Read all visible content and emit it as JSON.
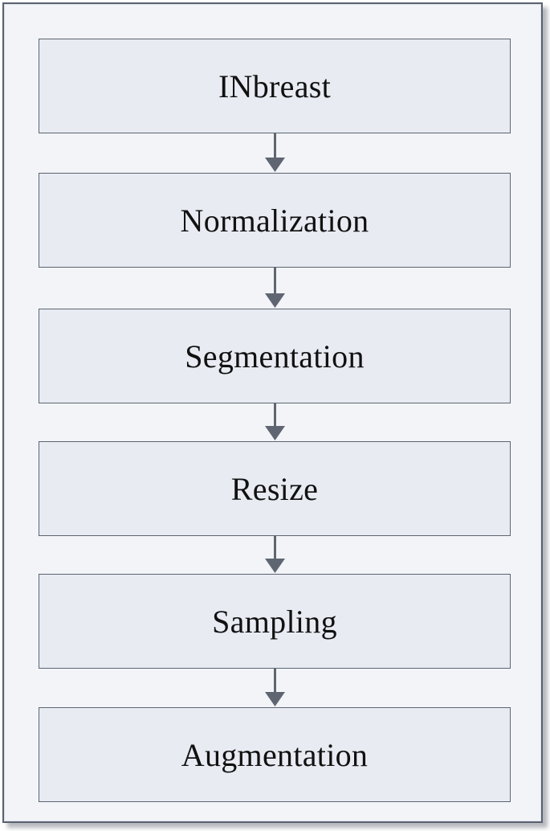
{
  "diagram": {
    "steps": [
      {
        "label": "INbreast"
      },
      {
        "label": "Normalization"
      },
      {
        "label": "Segmentation"
      },
      {
        "label": "Resize"
      },
      {
        "label": "Sampling"
      },
      {
        "label": "Augmentation"
      }
    ],
    "colors": {
      "box_fill": "#e8ebf2",
      "box_border": "#5c6570",
      "arrow": "#5f6672",
      "frame_fill": "#f2f4f8"
    }
  }
}
